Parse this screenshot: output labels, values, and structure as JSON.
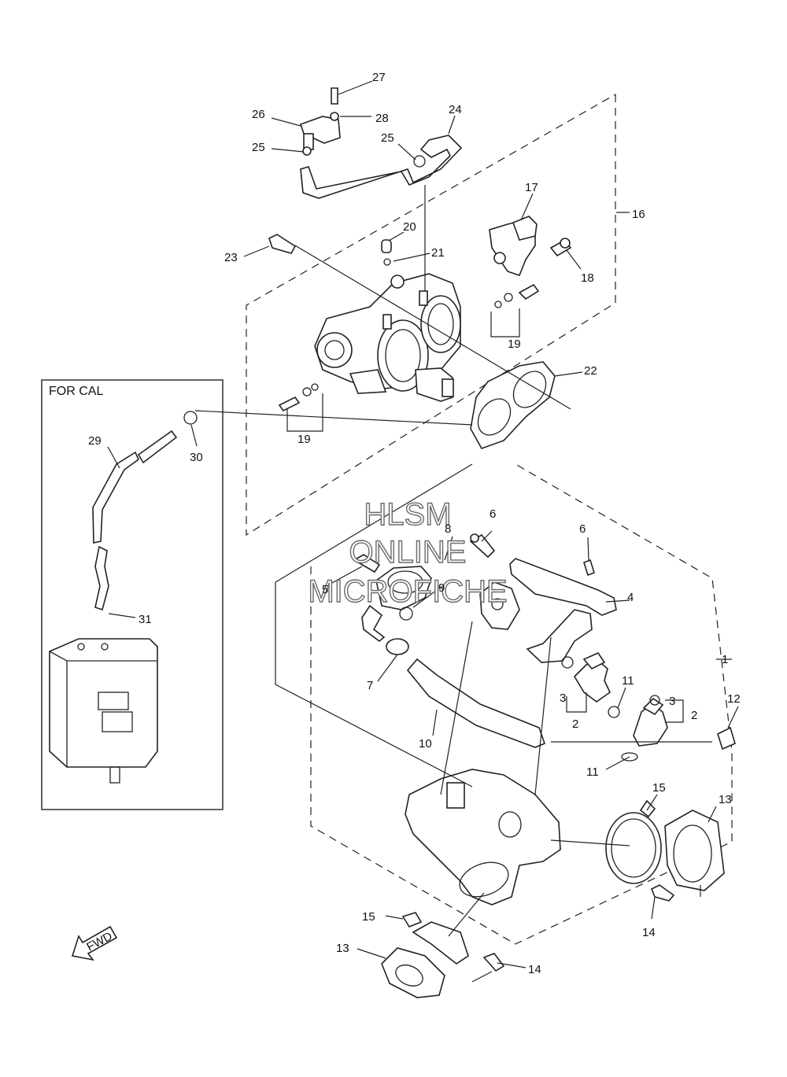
{
  "inset_box": {
    "title": "FOR CAL"
  },
  "watermark": [
    "HLSM",
    "ONLINE",
    "MICROFICHE"
  ],
  "fwd_arrow": {
    "text": "FWD"
  },
  "callouts": {
    "c1": "1",
    "c2a": "2",
    "c2b": "2",
    "c3a": "3",
    "c3b": "3",
    "c4": "4",
    "c5": "5",
    "c6a": "6",
    "c6b": "6",
    "c7": "7",
    "c8": "8",
    "c9": "9",
    "c10": "10",
    "c11a": "11",
    "c11b": "11",
    "c12": "12",
    "c13a": "13",
    "c13b": "13",
    "c14a": "14",
    "c14b": "14",
    "c15a": "15",
    "c15b": "15",
    "c16": "16",
    "c17": "17",
    "c18": "18",
    "c19a": "19",
    "c19b": "19",
    "c20": "20",
    "c21": "21",
    "c22": "22",
    "c23": "23",
    "c24": "24",
    "c25a": "25",
    "c25b": "25",
    "c26": "26",
    "c27": "27",
    "c28": "28",
    "c29": "29",
    "c30": "30",
    "c31": "31"
  }
}
